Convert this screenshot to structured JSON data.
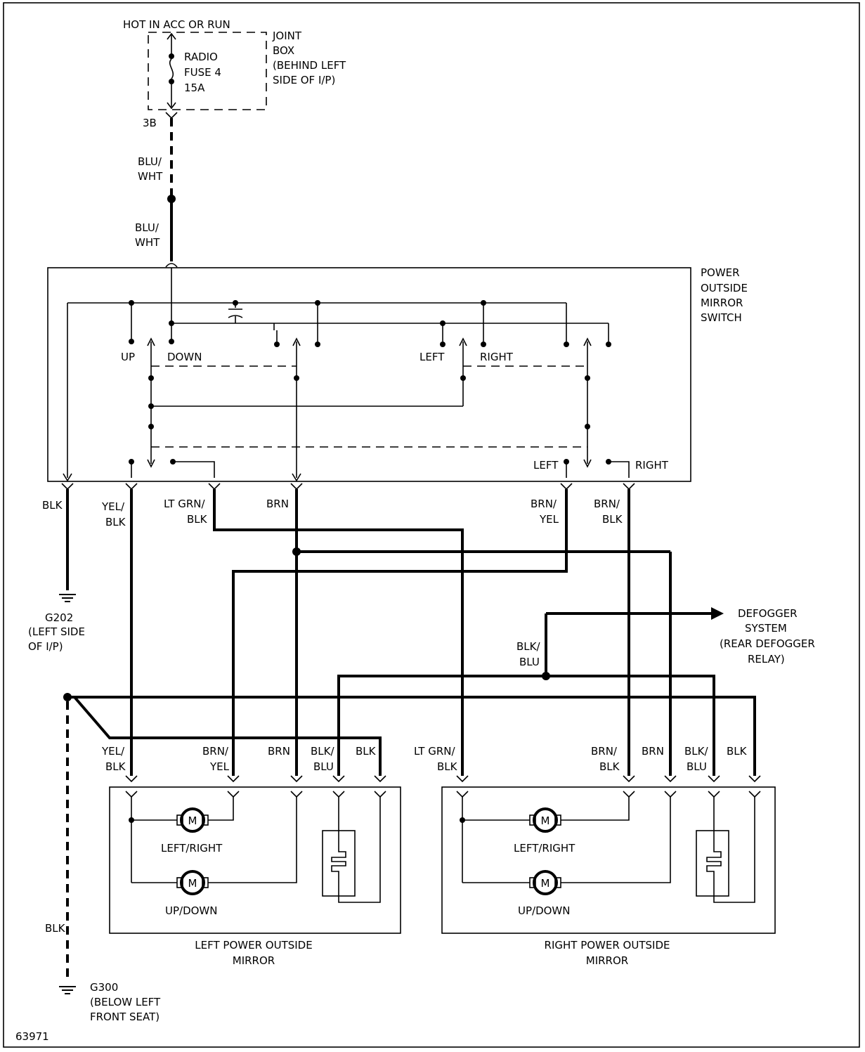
{
  "fuse": {
    "supply": "HOT IN ACC OR RUN",
    "name": "RADIO",
    "number": "FUSE 4",
    "rating": "15A",
    "joint_box": [
      "JOINT",
      "BOX",
      "(BEHIND LEFT",
      "SIDE OF I/P)"
    ],
    "terminal": "3B"
  },
  "wires": {
    "blu_wht_1": [
      "BLU/",
      "WHT"
    ],
    "blu_wht_2": [
      "BLU/",
      "WHT"
    ],
    "blk_ground": "BLK",
    "yel_blk_top": [
      "YEL/",
      "BLK"
    ],
    "ltgrn_blk_top": [
      "LT GRN/",
      "BLK"
    ],
    "brn_top": "BRN",
    "brn_yel_top": [
      "BRN/",
      "YEL"
    ],
    "brn_blk_top": [
      "BRN/",
      "BLK"
    ],
    "blk_blu_mid": [
      "BLK/",
      "BLU"
    ],
    "blk_g300": "BLK"
  },
  "switch": {
    "title": [
      "POWER",
      "OUTSIDE",
      "MIRROR",
      "SWITCH"
    ],
    "up": "UP",
    "down": "DOWN",
    "left": "LEFT",
    "right": "RIGHT",
    "left_bottom": "LEFT",
    "right_bottom": "RIGHT"
  },
  "grounds": {
    "g202": [
      "G202",
      "(LEFT SIDE",
      "OF I/P)"
    ],
    "g300": [
      "G300",
      "(BELOW LEFT",
      "FRONT SEAT)"
    ]
  },
  "defogger": [
    "DEFOGGER",
    "SYSTEM",
    "(REAR DEFOGGER",
    "RELAY)"
  ],
  "left_mirror": {
    "wire_labels": {
      "yel_blk": [
        "YEL/",
        "BLK"
      ],
      "brn_yel": [
        "BRN/",
        "YEL"
      ],
      "brn": "BRN",
      "blk_blu": [
        "BLK/",
        "BLU"
      ],
      "blk": "BLK"
    },
    "motor_symbol": "M",
    "motor_lr": "LEFT/RIGHT",
    "motor_ud": "UP/DOWN",
    "title": [
      "LEFT POWER OUTSIDE",
      "MIRROR"
    ]
  },
  "right_mirror": {
    "wire_labels": {
      "ltgrn_blk": [
        "LT GRN/",
        "BLK"
      ],
      "brn_blk": [
        "BRN/",
        "BLK"
      ],
      "brn": "BRN",
      "blk_blu": [
        "BLK/",
        "BLU"
      ],
      "blk": "BLK"
    },
    "motor_symbol": "M",
    "motor_lr": "LEFT/RIGHT",
    "motor_ud": "UP/DOWN",
    "title": [
      "RIGHT POWER OUTSIDE",
      "MIRROR"
    ]
  },
  "figure_id": "63971"
}
